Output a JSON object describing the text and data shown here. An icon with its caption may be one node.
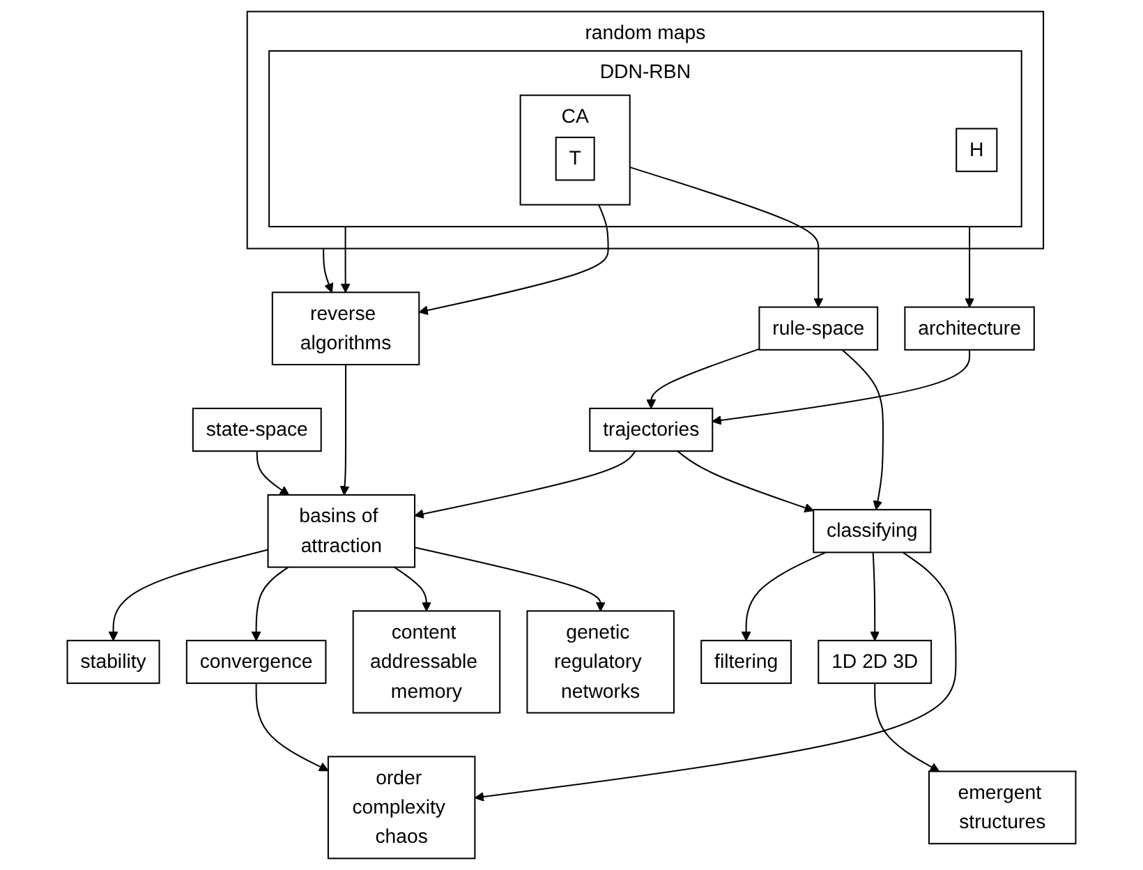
{
  "diagram": {
    "nodes": [
      {
        "text": [
          "random maps"
        ]
      },
      {
        "text": [
          "DDN-RBN"
        ],
        "in": 0
      },
      {
        "text": [
          "CA"
        ],
        "in": 1
      },
      {
        "text": [
          "H"
        ],
        "in": 1
      },
      {
        "text": [
          "T"
        ],
        "in": 2
      },
      {
        "text": [
          "reverse algorithms"
        ]
      },
      {
        "text": [
          "rule-space"
        ]
      },
      {
        "text": [
          "architecture"
        ]
      },
      {
        "text": [
          "state-space"
        ]
      },
      {
        "text": [
          "basins of attraction"
        ]
      },
      {
        "text": [
          "trajectories"
        ]
      },
      {
        "text": [
          "filtering"
        ]
      },
      {
        "text": [
          "classifying"
        ]
      },
      {
        "text": [
          "1D 2D 3D"
        ]
      },
      {
        "text": [
          "convergence"
        ]
      },
      {
        "text": [
          "stability"
        ]
      },
      {
        "text": [
          "order complexity chaos"
        ]
      },
      {
        "text": [
          "genetic regulatory networks"
        ]
      },
      {
        "text": [
          "emergent structures"
        ]
      },
      {
        "text": [
          "content addressable memory"
        ]
      }
    ],
    "edges": [
      {
        "from": 0,
        "to": 5,
        "arrow": "to"
      },
      {
        "from": 1,
        "to": 5,
        "arrow": "to"
      },
      {
        "from": 2,
        "to": 5,
        "arrow": "to"
      },
      {
        "from": 2,
        "to": 6,
        "arrow": "to"
      },
      {
        "from": 1,
        "to": 7,
        "arrow": "to"
      },
      {
        "from": 5,
        "to": 9,
        "arrow": "to"
      },
      {
        "from": 8,
        "to": 9,
        "arrow": "to"
      },
      {
        "from": 6,
        "to": 10,
        "arrow": "to"
      },
      {
        "from": 7,
        "to": 10,
        "arrow": "to"
      },
      {
        "from": 10,
        "to": 9,
        "arrow": "to"
      },
      {
        "from": 6,
        "to": 12,
        "arrow": "to"
      },
      {
        "from": 10,
        "to": 12,
        "arrow": "to"
      },
      {
        "from": 12,
        "to": 11,
        "arrow": "to"
      },
      {
        "from": 9,
        "to": 15,
        "arrow": "to"
      },
      {
        "from": 9,
        "to": 14,
        "arrow": "to"
      },
      {
        "from": 9,
        "to": 19,
        "arrow": "to"
      },
      {
        "from": 9,
        "to": 17,
        "arrow": "to"
      },
      {
        "from": 14,
        "to": 16,
        "arrow": "to"
      },
      {
        "from": 12,
        "to": 13,
        "arrow": "to"
      },
      {
        "from": 12,
        "to": 16,
        "arrow": "to"
      },
      {
        "from": 13,
        "to": 18,
        "arrow": "to"
      }
    ]
  }
}
